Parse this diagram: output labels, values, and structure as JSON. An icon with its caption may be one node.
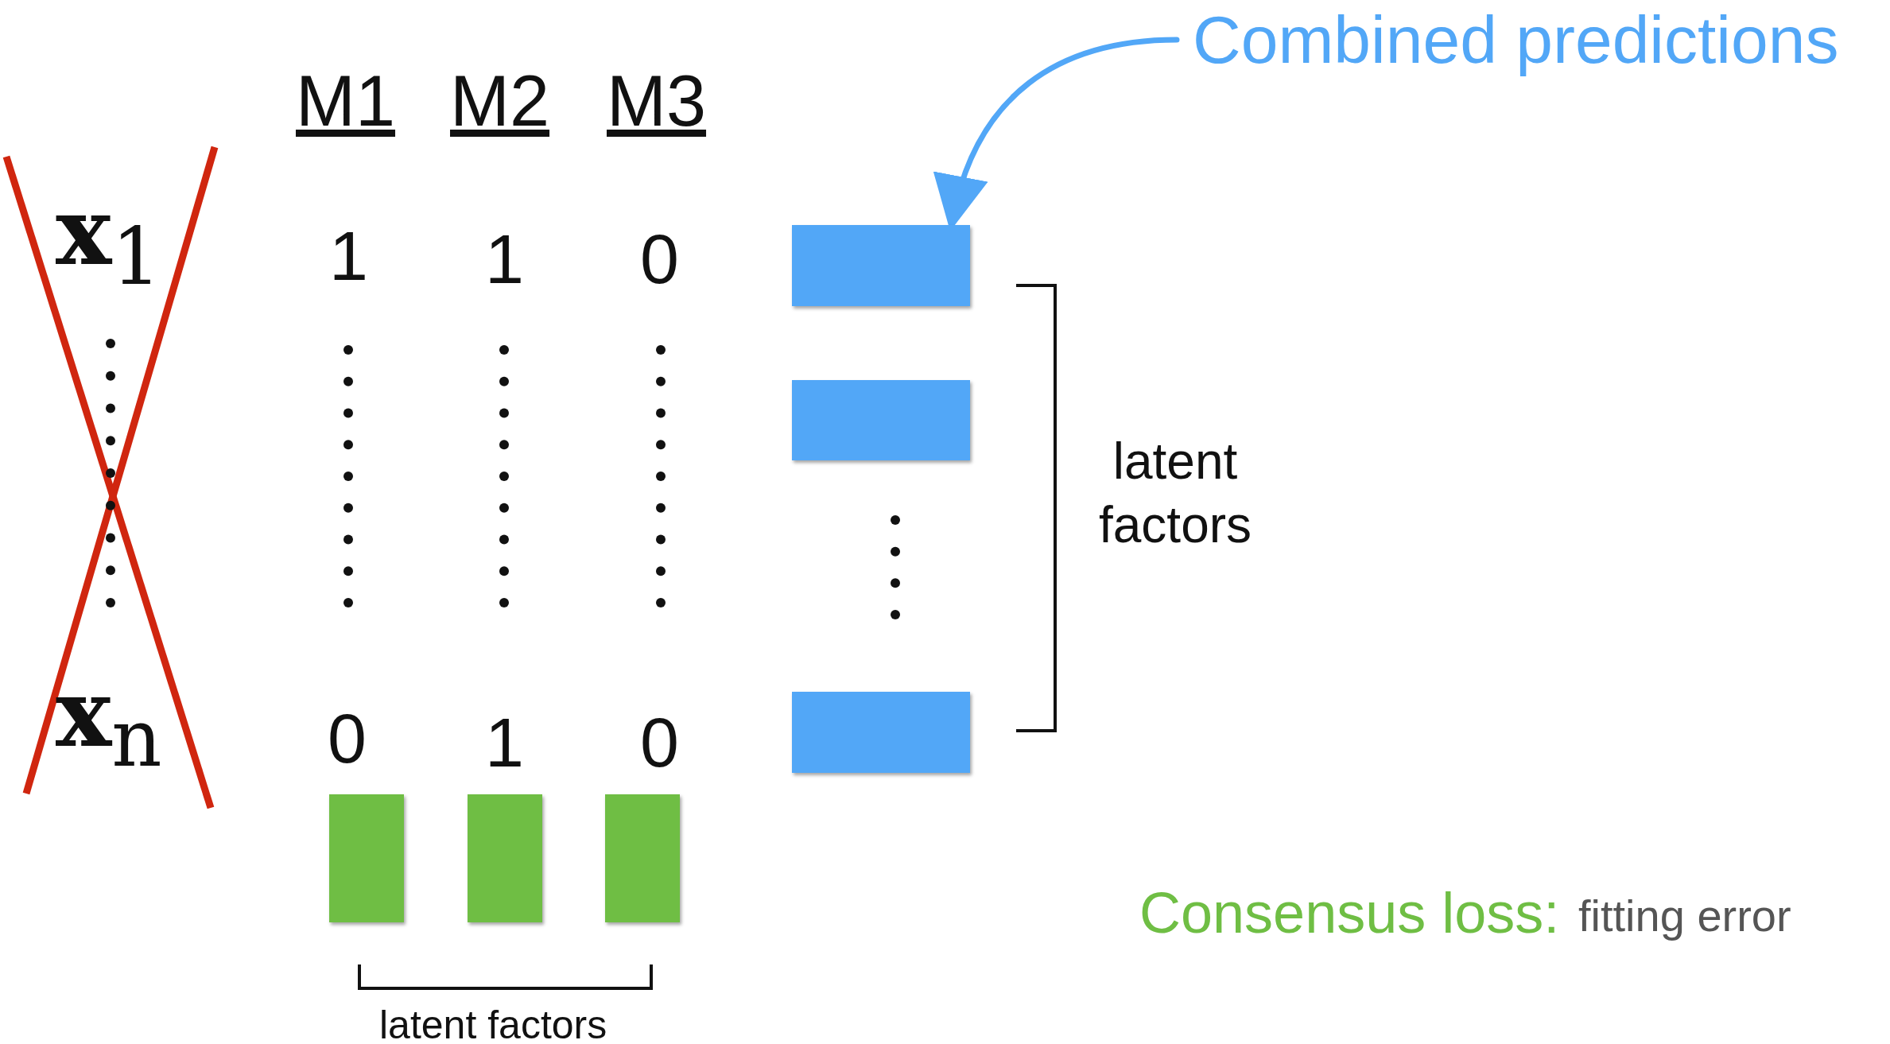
{
  "diagram": {
    "nodes": [
      {
        "text": [
          "Combined predictions"
        ]
      },
      {
        "text": [],
        "shape": "bar"
      },
      {
        "text": [],
        "shape": "bar"
      },
      {
        "text": [],
        "shape": "bar"
      },
      {
        "text": [],
        "shape": "bar"
      },
      {
        "text": [],
        "shape": "bar"
      },
      {
        "text": [],
        "shape": "bar"
      }
    ],
    "edges": [
      {
        "from": 0,
        "to": 1,
        "arrow": "to"
      }
    ],
    "labels": [
      "M1",
      "M2",
      "M3",
      "**x**$_{1}$",
      "1",
      "1",
      "0",
      "latent factors",
      "**x**$_{n}$",
      "0",
      "1",
      "0",
      "Consensus loss:",
      "fitting error",
      "latent factors"
    ]
  }
}
